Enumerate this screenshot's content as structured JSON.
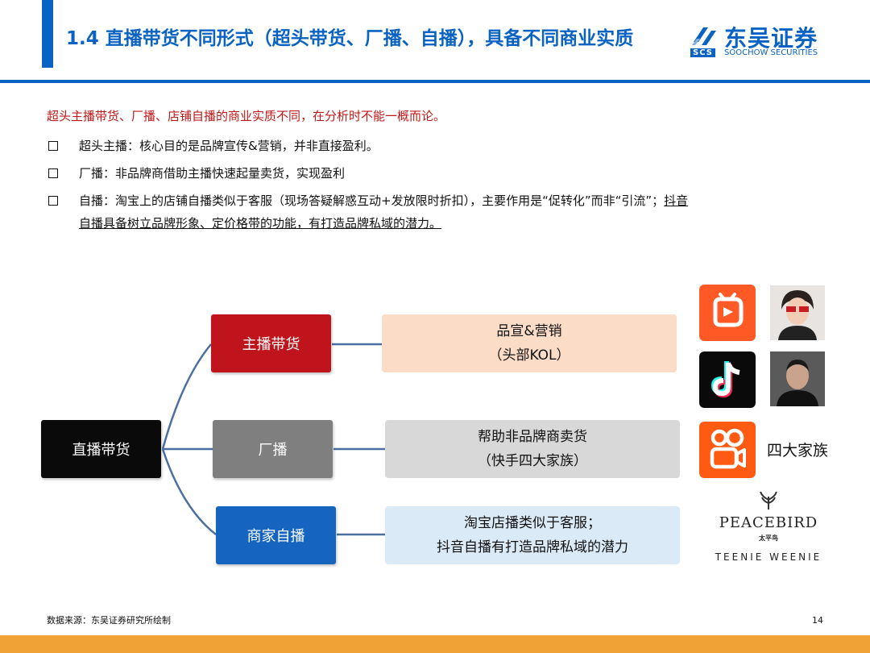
{
  "header": {
    "title": "1.4 直播带货不同形式（超头带货、厂播、自播），具备不同商业实质",
    "logo_cn": "东吴证券",
    "logo_en": "SOOCHOW SECURITIES",
    "logo_abbr": "SCS",
    "brand_color": "#0a63c2"
  },
  "intro": "超头主播带货、厂播、店铺自播的商业实质不同，在分析时不能一概而论。",
  "bullets": [
    {
      "text": "超头主播：核心目的是品牌宣传&营销，并非直接盈利。"
    },
    {
      "text": "厂播：非品牌商借助主播快速起量卖货，实现盈利"
    },
    {
      "line1_plain": "自播：淘宝上的店铺自播类似于客服（现场答疑解惑互动+发放限时折扣），主要作用是“促转化”而非“引流”；",
      "line1_ul": "抖音",
      "line2_ul": "自播具备树立品牌形象、定价格带的功能，有打造品牌私域的潜力。"
    }
  ],
  "diagram": {
    "root": {
      "label": "直播带货",
      "color": "#0a0a0a"
    },
    "branches": [
      {
        "label": "主播带货",
        "color": "#c0141c",
        "result_line1": "品宣&营销",
        "result_line2": "（头部KOL）",
        "result_color": "#fbdcc6"
      },
      {
        "label": "厂播",
        "color": "#7f7f7f",
        "result_line1": "帮助非品牌商卖货",
        "result_line2": "（快手四大家族）",
        "result_color": "#d8d8d8"
      },
      {
        "label": "商家自播",
        "color": "#1565c0",
        "result_line1": "淘宝店播类似于客服；",
        "result_line2": "抖音自播有打造品牌私域的潜力",
        "result_color": "#dbeaf7"
      }
    ],
    "connector_color": "#4a6fa0"
  },
  "side": {
    "icons": [
      "taobao-live-icon",
      "douyin-icon",
      "kuaishou-icon"
    ],
    "family_label": "四大家族",
    "brand_name": "PEACEBIRD",
    "brand_cn": "太平鸟",
    "brand_sub": "TEENIE WEENIE"
  },
  "footer": {
    "source": "数据来源：东吴证券研究所绘制",
    "page": "14",
    "bar_color": "#f0a235"
  }
}
